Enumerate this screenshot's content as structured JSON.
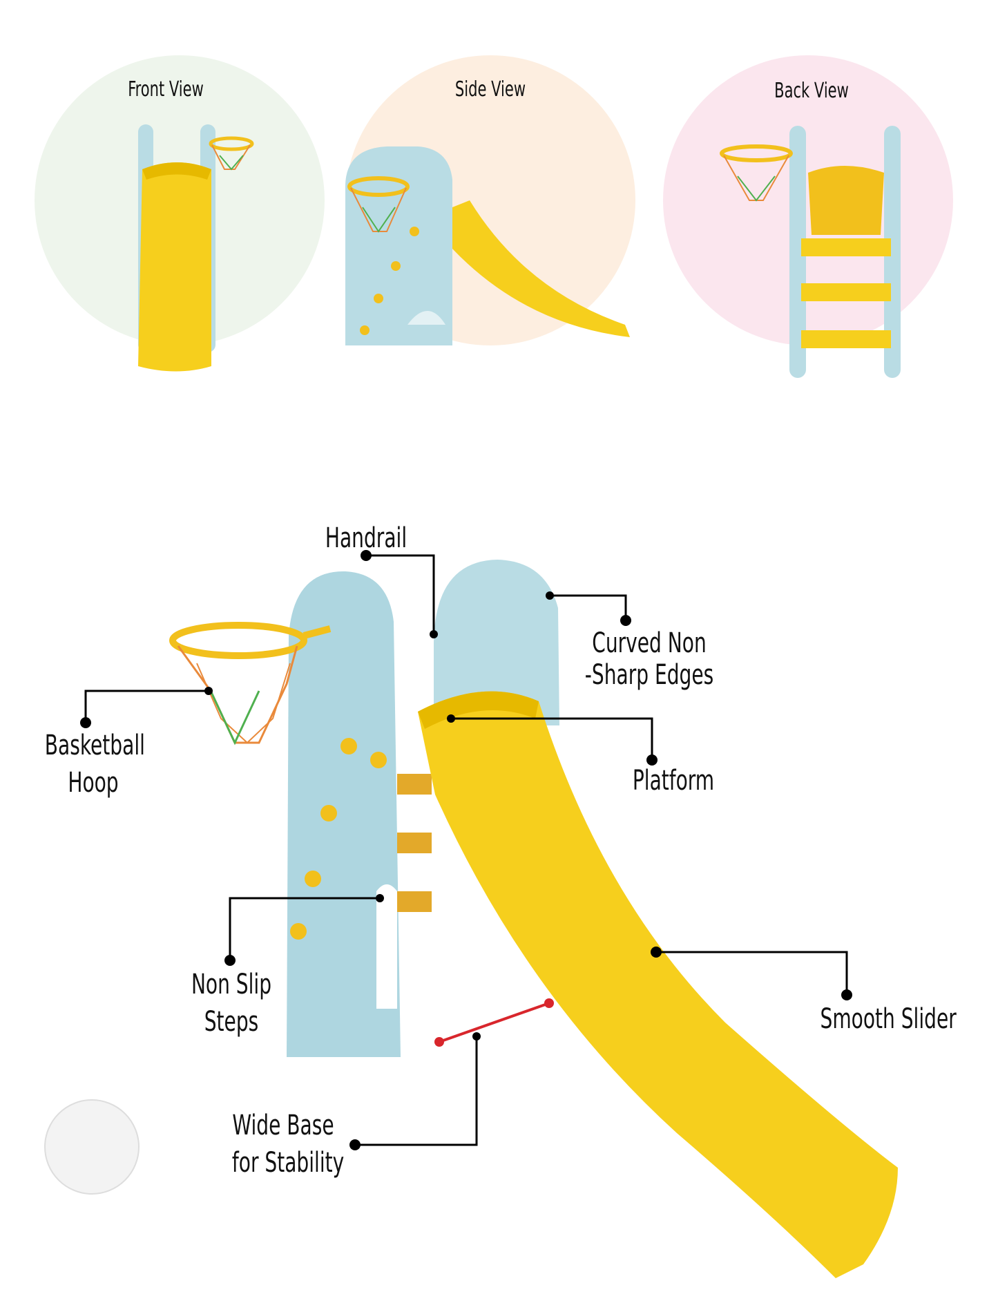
{
  "views": {
    "front": "Front View",
    "side": "Side View",
    "back": "Back View"
  },
  "callouts": {
    "handrail": "Handrail",
    "curved_line1": "Curved Non",
    "curved_line2": "-Sharp Edges",
    "hoop_line1": "Basketball",
    "hoop_line2": "Hoop",
    "platform": "Platform",
    "steps_line1": "Non Slip",
    "steps_line2": "Steps",
    "slider": "Smooth Slider",
    "base_line1": "Wide Base",
    "base_line2": "for Stability"
  },
  "colors": {
    "slide_yellow": "#f6cf1d",
    "frame_blue": "#b9dce4",
    "net_orange": "#e98a3b",
    "net_green": "#4fb04f",
    "base_red": "#d8262c"
  }
}
